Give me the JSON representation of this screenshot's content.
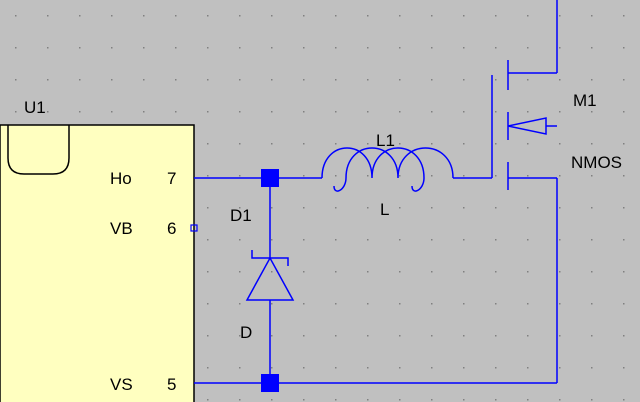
{
  "colors": {
    "background": "#c0c0c0",
    "wire": "#0000ff",
    "ic_fill": "#ffffc0",
    "ic_stroke": "#000000",
    "junction": "#0000ff",
    "grid_dot": "#808080"
  },
  "ic": {
    "ref": "U1",
    "pins": [
      {
        "name": "Ho",
        "number": "7"
      },
      {
        "name": "VB",
        "number": "6"
      },
      {
        "name": "VS",
        "number": "5"
      }
    ]
  },
  "inductor": {
    "ref": "L1",
    "value": "L"
  },
  "diode": {
    "ref": "D1",
    "value": "D"
  },
  "mosfet": {
    "ref": "M1",
    "value": "NMOS"
  }
}
